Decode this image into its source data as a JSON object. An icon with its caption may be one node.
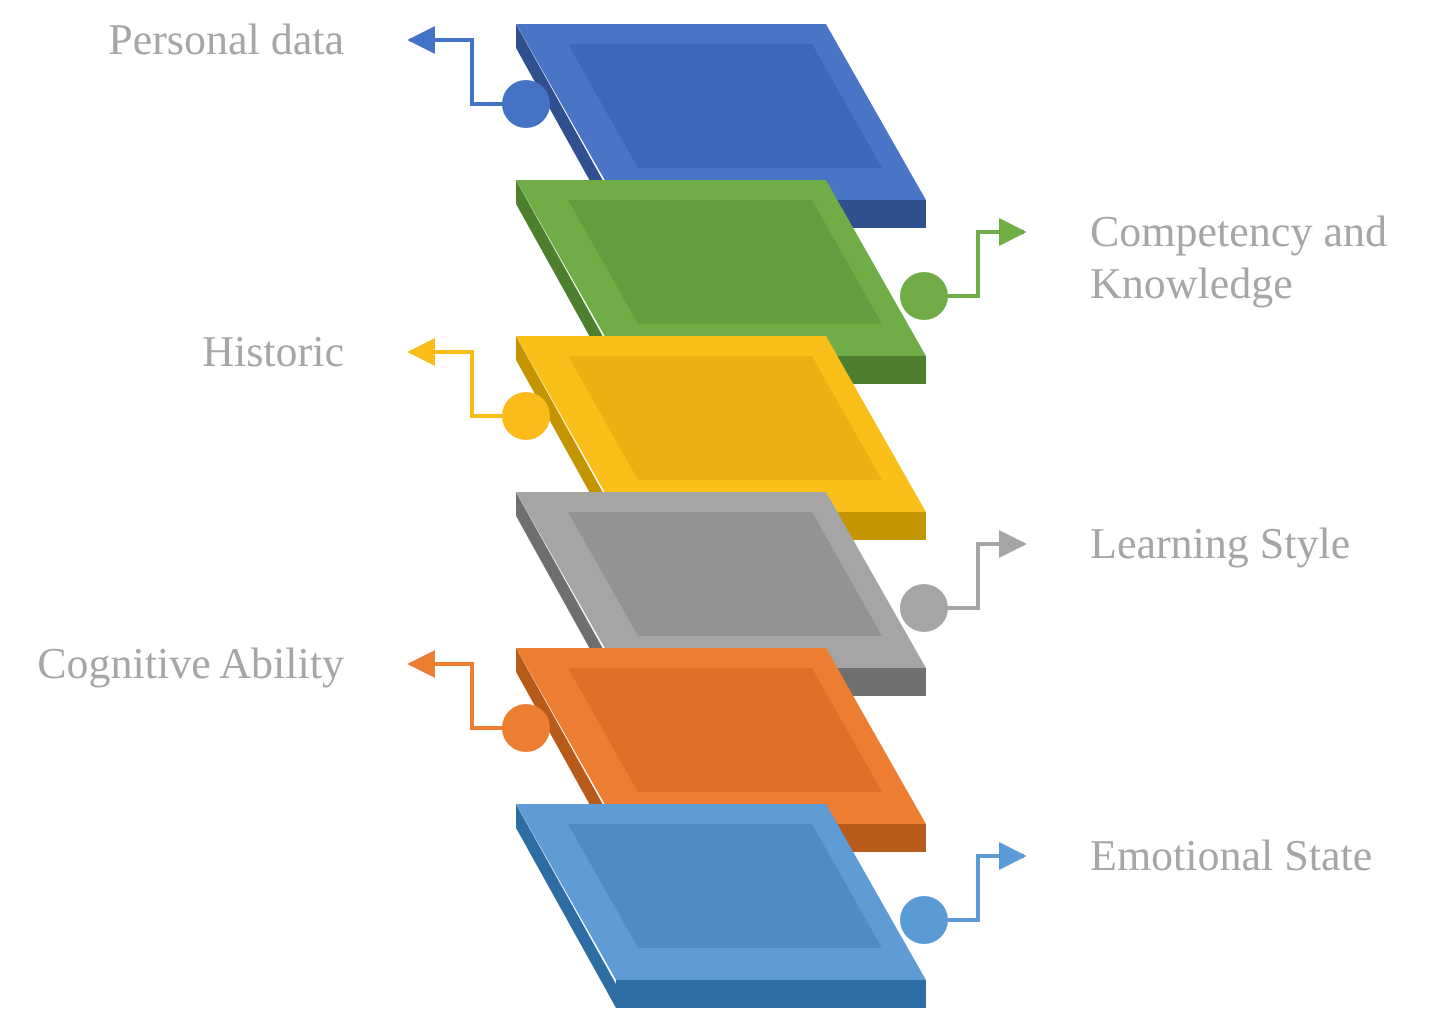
{
  "diagram": {
    "nodes": [
      {
        "text": [
          "Personal data"
        ]
      },
      {
        "text": [],
        "shape": "box"
      },
      {
        "text": [
          "Competency and Knowledge"
        ]
      },
      {
        "text": [],
        "shape": "box"
      },
      {
        "text": [
          "Historic"
        ]
      },
      {
        "text": [],
        "shape": "box"
      },
      {
        "text": [
          "Learning Style"
        ]
      },
      {
        "text": [],
        "shape": "box"
      },
      {
        "text": [
          "Cognitive Ability"
        ]
      },
      {
        "text": [],
        "shape": "box"
      },
      {
        "text": [
          "Emotional State"
        ]
      },
      {
        "text": [],
        "shape": "box"
      }
    ],
    "edges": [
      {
        "from": 1,
        "to": 0,
        "arrow": "to",
        "color": "#4472c4"
      },
      {
        "from": 3,
        "to": 2,
        "arrow": "to",
        "color": "#70ad47"
      },
      {
        "from": 5,
        "to": 4,
        "arrow": "to",
        "color": "#fbbc1a"
      },
      {
        "from": 7,
        "to": 6,
        "arrow": "to",
        "color": "#a5a5a5"
      },
      {
        "from": 9,
        "to": 8,
        "arrow": "to",
        "color": "#ed7d31"
      },
      {
        "from": 11,
        "to": 10,
        "arrow": "to",
        "color": "#5b9bd5"
      }
    ]
  }
}
